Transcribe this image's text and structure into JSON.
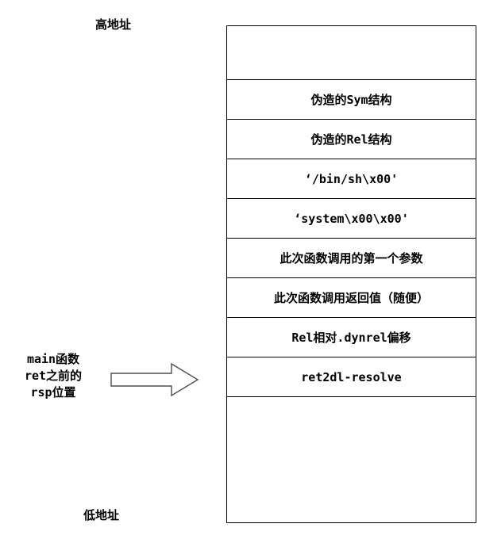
{
  "diagram": {
    "top_label": "高地址",
    "bottom_label": "低地址",
    "pointer": {
      "label": "main函数\nret之前的\nrsp位置",
      "arrow_icon": "right-block-arrow-icon",
      "direction": "right"
    },
    "colors": {
      "border": "#000000",
      "background": "#ffffff",
      "text": "#000000",
      "secondary_rule": "#808080"
    },
    "stack": {
      "top_empty_label": "",
      "bottom_empty_label": "",
      "rows": [
        {
          "text": "伪造的Sym结构",
          "kind": "cjk"
        },
        {
          "text": "伪造的Rel结构",
          "kind": "cjk"
        },
        {
          "text": "‘/bin/sh\\x00'",
          "kind": "mono"
        },
        {
          "text": "‘system\\x00\\x00'",
          "kind": "mono"
        },
        {
          "text": "此次函数调用的第一个参数",
          "kind": "cjk"
        },
        {
          "text": "此次函数调用返回值（随便）",
          "kind": "cjk"
        },
        {
          "text": "Rel相对.dynrel偏移",
          "kind": "mono"
        },
        {
          "text": "ret2dl-resolve",
          "kind": "mono"
        }
      ]
    }
  }
}
